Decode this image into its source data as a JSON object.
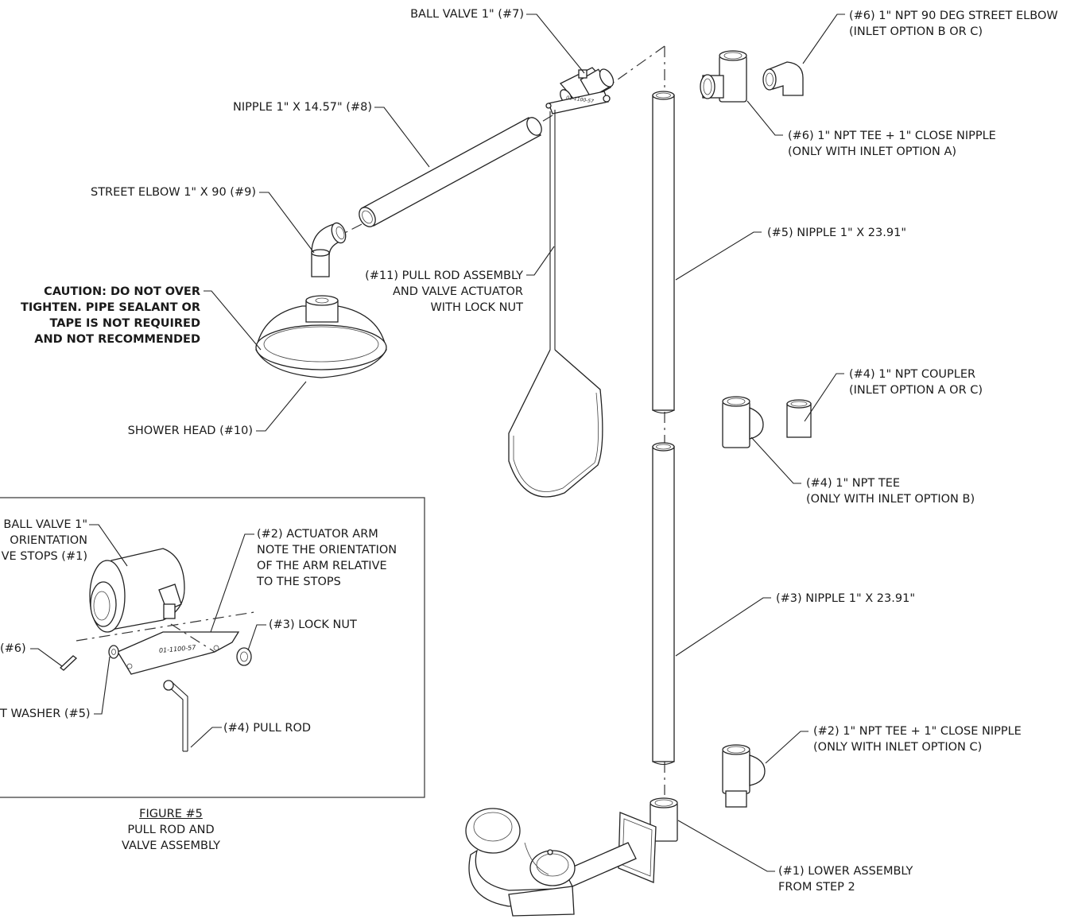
{
  "labels": {
    "ball_valve_7": "BALL VALVE 1\" (#7)",
    "street_elbow_6": [
      "(#6) 1\" NPT 90 DEG STREET ELBOW",
      "(INLET OPTION B OR C)"
    ],
    "nipple_8": "NIPPLE 1\" X 14.57\" (#8)",
    "tee_6": [
      "(#6) 1\" NPT TEE + 1\" CLOSE NIPPLE",
      "(ONLY WITH INLET OPTION A)"
    ],
    "street_elbow_9": "STREET ELBOW 1\" X 90 (#9)",
    "nipple_5": "(#5) NIPPLE 1\" X 23.91\"",
    "pull_rod_11": [
      "(#11) PULL ROD ASSEMBLY",
      "AND VALVE ACTUATOR",
      "WITH LOCK NUT"
    ],
    "caution": [
      "CAUTION: DO NOT OVER",
      "TIGHTEN.  PIPE SEALANT OR",
      "TAPE IS NOT REQUIRED",
      "AND NOT RECOMMENDED"
    ],
    "coupler_4": [
      "(#4) 1\" NPT COUPLER",
      "(INLET OPTION A OR C)"
    ],
    "shower_head_10": "SHOWER HEAD (#10)",
    "tee_4": [
      "(#4) 1\" NPT TEE",
      "(ONLY WITH INLET OPTION B)"
    ],
    "nipple_3": "(#3) NIPPLE 1\" X 23.91\"",
    "tee_2": [
      "(#2) 1\" NPT TEE + 1\" CLOSE NIPPLE",
      "(ONLY WITH INLET OPTION C)"
    ],
    "lower_assembly_1": [
      "(#1) LOWER ASSEMBLY",
      "FROM STEP 2"
    ]
  },
  "figure5": {
    "ball_valve": [
      "BALL VALVE 1\"",
      "ORIENTATION",
      "VE STOPS (#1)"
    ],
    "actuator_arm": [
      "(#2) ACTUATOR ARM",
      "NOTE THE ORIENTATION",
      "OF THE ARM RELATIVE",
      "TO THE STOPS"
    ],
    "lock_nut": "(#3) LOCK NUT",
    "pin": "(#6)",
    "washer": "T WASHER (#5)",
    "pull_rod": "(#4) PULL ROD",
    "part_number": "01-1100-57",
    "caption_title": "FIGURE #5",
    "caption_lines": [
      "PULL ROD AND",
      "VALVE ASSEMBLY"
    ]
  },
  "main_part_number": "01-1100-57"
}
